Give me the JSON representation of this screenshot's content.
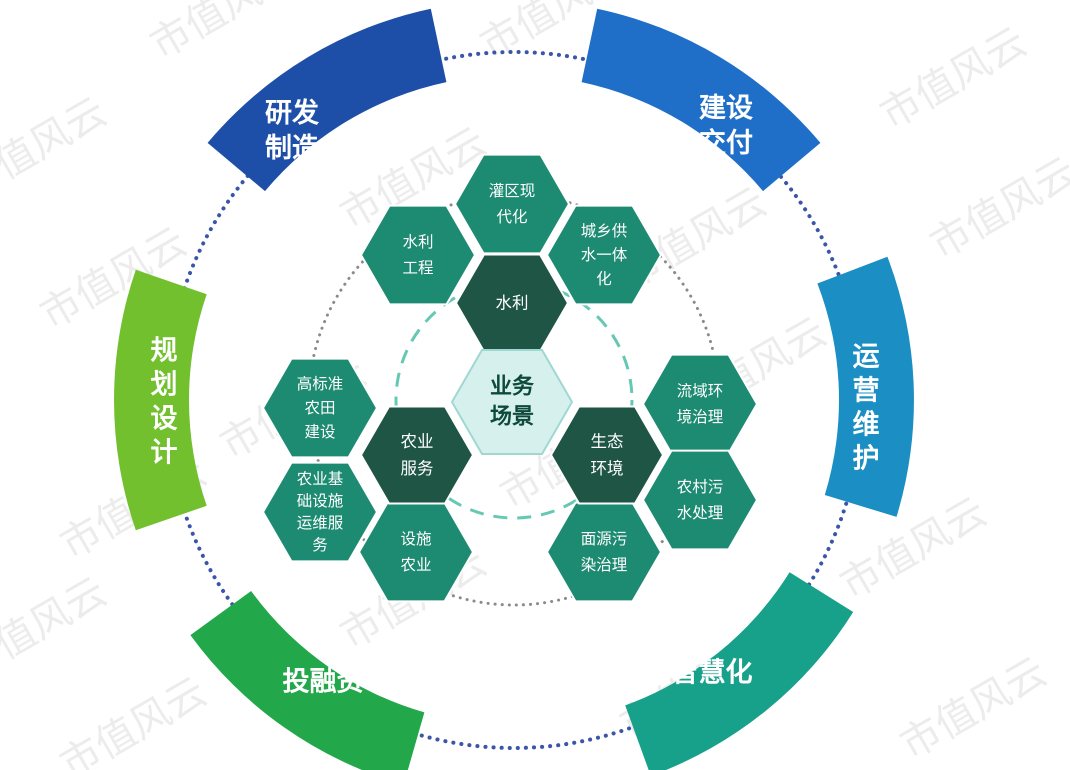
{
  "center": {
    "lines": [
      "业务",
      "场景"
    ]
  },
  "hubs": [
    {
      "id": "water",
      "lines": [
        "水利"
      ]
    },
    {
      "id": "agri",
      "lines": [
        "农业",
        "服务"
      ]
    },
    {
      "id": "eco",
      "lines": [
        "生态",
        "环境"
      ]
    }
  ],
  "petals": [
    {
      "id": "irrigation",
      "lines": [
        "灌区现",
        "代化"
      ]
    },
    {
      "id": "water-eng",
      "lines": [
        "水利",
        "工程"
      ]
    },
    {
      "id": "urban-rural-water",
      "lines": [
        "城乡供",
        "水一体",
        "化"
      ]
    },
    {
      "id": "farmland",
      "lines": [
        "高标准",
        "农田",
        "建设"
      ]
    },
    {
      "id": "agri-infra",
      "lines": [
        "农业基",
        "础设施",
        "运维服",
        "务"
      ]
    },
    {
      "id": "facility-agri",
      "lines": [
        "设施",
        "农业"
      ]
    },
    {
      "id": "basin",
      "lines": [
        "流域环",
        "境治理"
      ]
    },
    {
      "id": "rural-sewage",
      "lines": [
        "农村污",
        "水处理"
      ]
    },
    {
      "id": "nonpoint",
      "lines": [
        "面源污",
        "染治理"
      ]
    }
  ],
  "ring_segments": [
    {
      "id": "rd",
      "lines": [
        "研发",
        "制造"
      ],
      "color": "#1e4fa8"
    },
    {
      "id": "construction",
      "lines": [
        "建设",
        "交付"
      ],
      "color": "#1f6fc9"
    },
    {
      "id": "ops",
      "lines": [
        "运",
        "营",
        "维",
        "护"
      ],
      "color": "#1b8fc4"
    },
    {
      "id": "smart",
      "lines": [
        "智慧化"
      ],
      "color": "#17a08a"
    },
    {
      "id": "finance",
      "lines": [
        "投融资"
      ],
      "color": "#22a84a"
    },
    {
      "id": "planning",
      "lines": [
        "规",
        "划",
        "设",
        "计"
      ],
      "color": "#73c02e"
    }
  ],
  "watermark": "市值风云",
  "colors": {
    "petal": "#1d8a72",
    "hub": "#1f5544",
    "core_fill": "#d6f0ee",
    "core_stroke": "#9fd8d2",
    "ring_dots": "#3b56a8",
    "inner_dots": "#8a8a8a",
    "teal_dash": "#66c8b3"
  }
}
